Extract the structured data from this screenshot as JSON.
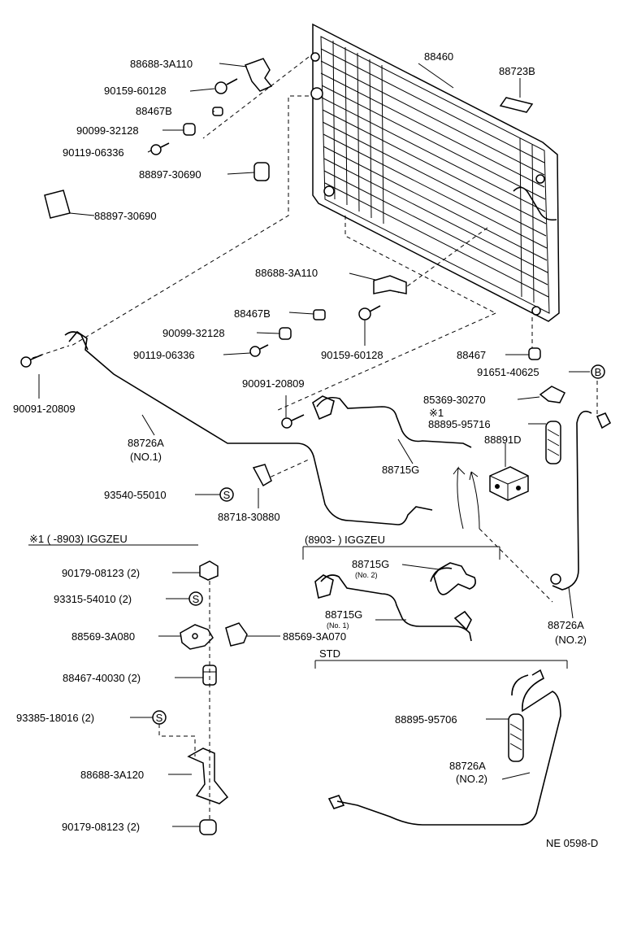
{
  "labels": {
    "p88460": "88460",
    "p88723b": "88723B",
    "p88688_3a110_top": "88688-3A110",
    "p90159_top": "90159-60128",
    "p88467b_top": "88467B",
    "p90099_top": "90099-32128",
    "p90119_top": "90119-06336",
    "p88897_a": "88897-30690",
    "p88897_b": "88897-30690",
    "p88688_3a110_mid": "88688-3A110",
    "p88467b_mid": "88467B",
    "p90099_mid": "90099-32128",
    "p90119_mid": "90119-06336",
    "p90159_mid": "90159-60128",
    "p88467": "88467",
    "p91651": "91651-40625",
    "p91651_circle": "B",
    "p90091_right": "90091-20809",
    "p90091_left": "90091-20809",
    "p85369": "85369-30270",
    "note_star1": "※1",
    "p88895_95716": "88895-95716",
    "p88891d": "88891D",
    "p88726a_no1": "88726A",
    "p88726a_no1_sub": "(NO.1)",
    "p88715g": "88715G",
    "p93540": "93540-55010",
    "p93540_circle": "S",
    "p88718": "88718-30880",
    "section_star1": "※1 (    -8903) IGGZEU",
    "section_8903": "(8903-        ) IGGZEU",
    "p88715g_no2": "88715G",
    "p88715g_no2_sub": "(No. 2)",
    "p88715g_no1": "88715G",
    "p88715g_no1_sub": "(No. 1)",
    "p88569_3a070": "88569-3A070",
    "p88726a_no2_right": "88726A",
    "p88726a_no2_right_sub": "(NO.2)",
    "p90179_top": "90179-08123 (2)",
    "p93315": "93315-54010 (2)",
    "p93315_circle": "S",
    "p88569_3a080": "88569-3A080",
    "p88467_40030": "88467-40030 (2)",
    "p93385": "93385-18016 (2)",
    "p93385_circle": "S",
    "p88688_3a120": "88688-3A120",
    "p90179_bottom": "90179-08123 (2)",
    "section_std": "STD",
    "p88895_95706": "88895-95706",
    "p88726a_std": "88726A",
    "p88726a_std_sub": "(NO.2)",
    "ref_code": "NE  0598-D"
  }
}
